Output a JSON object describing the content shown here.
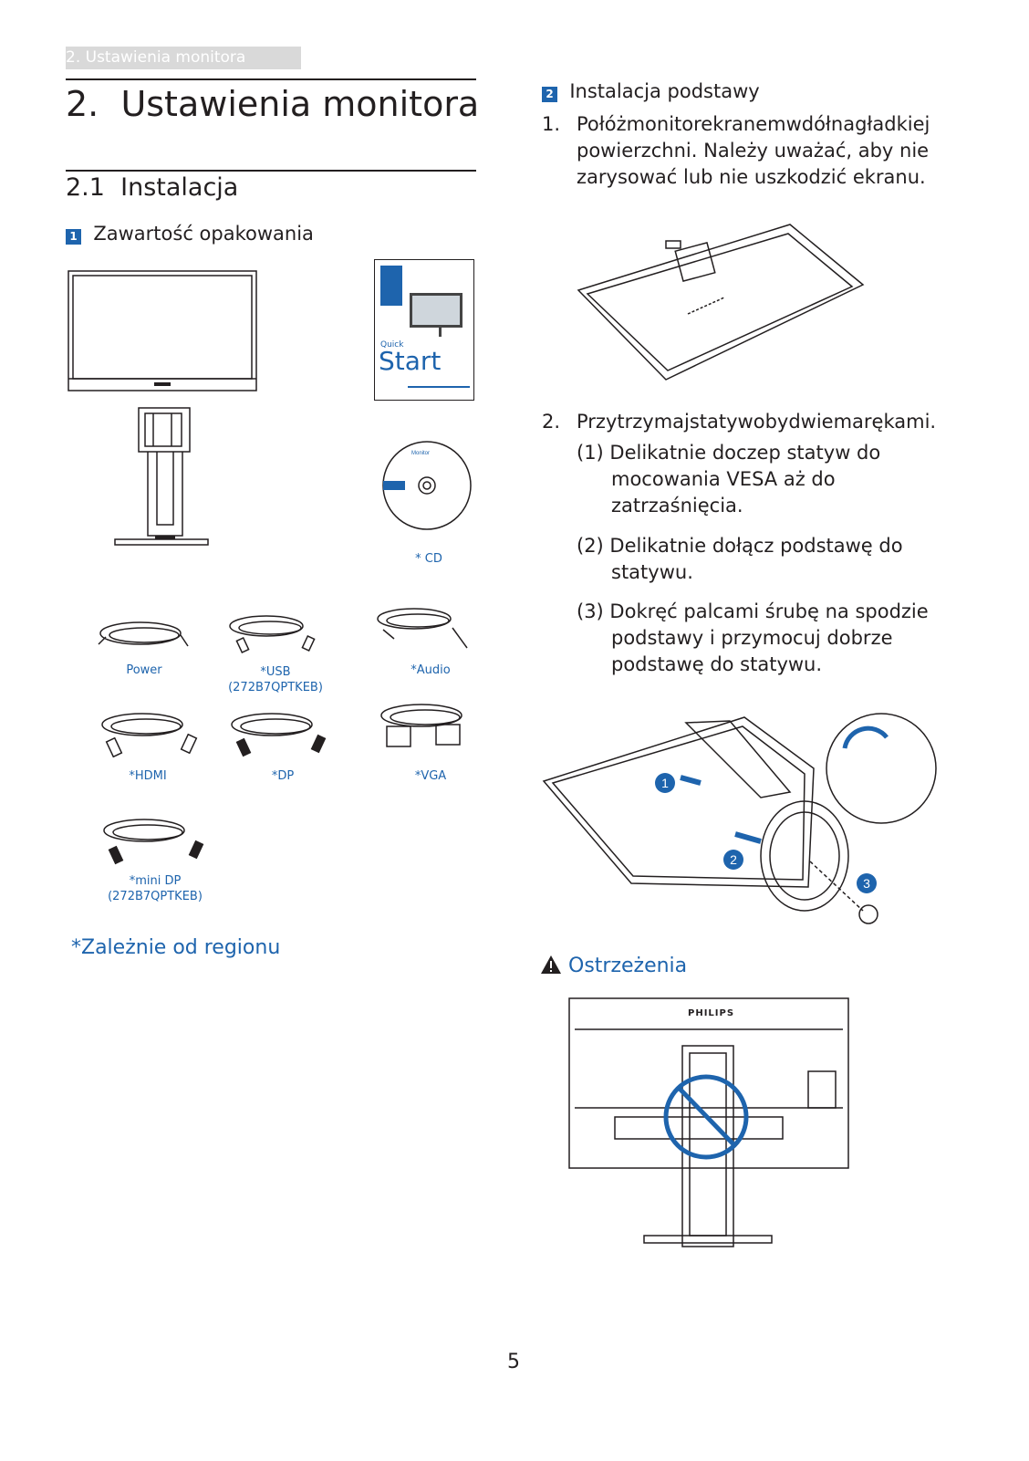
{
  "header": {
    "tab_label": "2. Ustawienia monitora"
  },
  "chapter": {
    "number": "2.",
    "title": "Ustawienia monitora"
  },
  "section": {
    "number": "2.1",
    "title": "Instalacja"
  },
  "package": {
    "step_number": "1",
    "heading": "Zawartość opakowania",
    "quick_start_word": "Quick",
    "quick_start_title": "Start",
    "cd_label": "* CD",
    "cables": [
      {
        "label": "Power",
        "sub": ""
      },
      {
        "label": "*USB",
        "sub": "(272B7QPTKEB)"
      },
      {
        "label": "*Audio",
        "sub": ""
      },
      {
        "label": "*HDMI",
        "sub": ""
      },
      {
        "label": "*DP",
        "sub": ""
      },
      {
        "label": "*VGA",
        "sub": ""
      },
      {
        "label": "*mini DP",
        "sub": "(272B7QPTKEB)"
      }
    ],
    "region_note": "*Zależnie od regionu"
  },
  "stand_install": {
    "step_number": "2",
    "heading": "Instalacja podstawy",
    "step1_num": "1.",
    "step1_text": "Połóżmonitorekranemwdółnagładkiej powierzchni. Należy uważać, aby nie zarysować lub nie uszkodzić ekranu.",
    "step2_num": "2.",
    "step2_text": "Przytrzymajstatywobydwiemarękami.",
    "sub1": "(1) Delikatnie doczep statyw do mocowania VESA aż do zatrzaśnięcia.",
    "sub2": "(2) Delikatnie dołącz podstawę do statywu.",
    "sub3": "(3) Dokręć palcami śrubę na spodzie podstawy i przymocuj dobrze podstawę do statywu.",
    "callouts": [
      "1",
      "2",
      "3"
    ],
    "warning_heading": "Ostrzeżenia",
    "brand": "PHILIPS"
  },
  "page_number": "5",
  "colors": {
    "accent": "#1e64ad",
    "text": "#231f20",
    "header_tab": "#d9d9d9"
  }
}
